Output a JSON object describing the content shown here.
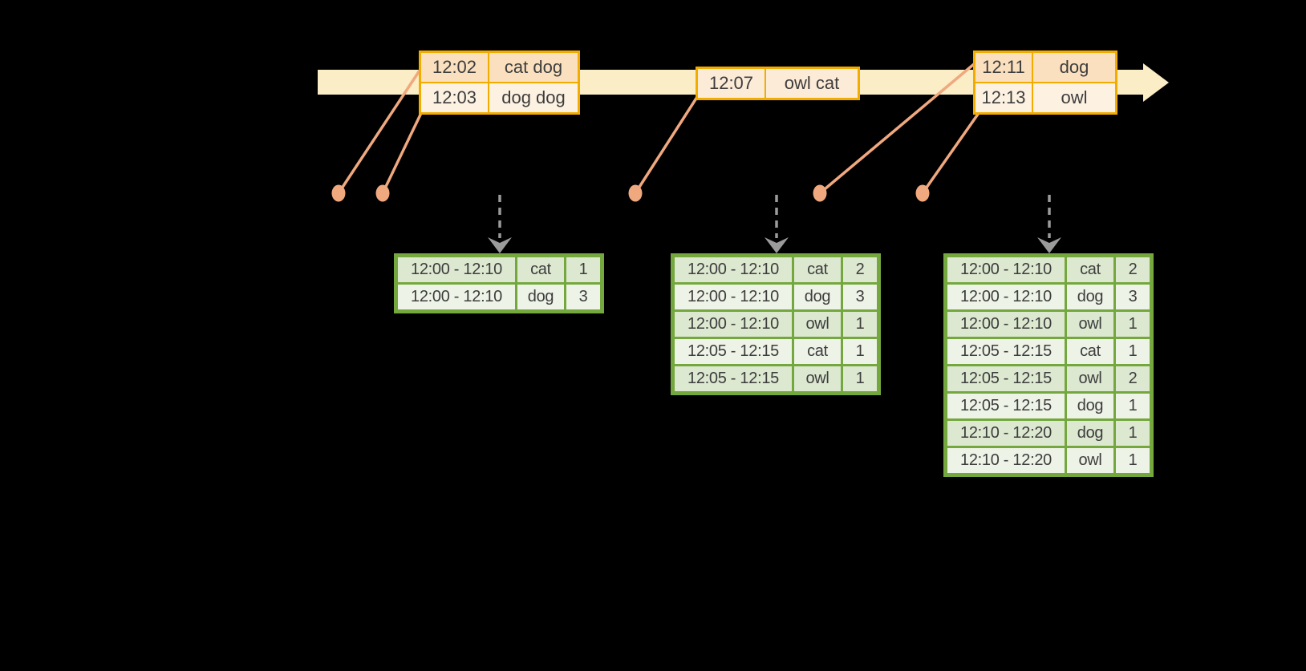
{
  "colors": {
    "background": "#000000",
    "timeline_bar": "#fbedc6",
    "event_border": "#f2ac00",
    "event_row_dark": "#fae0be",
    "event_row_mid": "#fcebd6",
    "event_row_light": "#fdf2e2",
    "connector_salmon": "#f0a87e",
    "trigger_arrow_gray": "#9b9b9b",
    "table_border_green": "#74a83e",
    "table_row_dark": "#dce8d0",
    "table_row_light": "#eef3e7",
    "text": "#3d3d3d"
  },
  "timeline": {
    "events": [
      {
        "rows": [
          {
            "time": "12:02",
            "words": "cat dog",
            "shade": "dark"
          },
          {
            "time": "12:03",
            "words": "dog dog",
            "shade": "light"
          }
        ]
      },
      {
        "rows": [
          {
            "time": "12:07",
            "words": "owl cat",
            "shade": "mid"
          }
        ]
      },
      {
        "rows": [
          {
            "time": "12:11",
            "words": "dog",
            "shade": "dark"
          },
          {
            "time": "12:13",
            "words": "owl",
            "shade": "light"
          }
        ]
      }
    ]
  },
  "result_tables": [
    {
      "rows": [
        [
          "12:00 - 12:10",
          "cat",
          "1"
        ],
        [
          "12:00 - 12:10",
          "dog",
          "3"
        ]
      ]
    },
    {
      "rows": [
        [
          "12:00 - 12:10",
          "cat",
          "2"
        ],
        [
          "12:00 - 12:10",
          "dog",
          "3"
        ],
        [
          "12:00 - 12:10",
          "owl",
          "1"
        ],
        [
          "12:05 - 12:15",
          "cat",
          "1"
        ],
        [
          "12:05 - 12:15",
          "owl",
          "1"
        ]
      ]
    },
    {
      "rows": [
        [
          "12:00 - 12:10",
          "cat",
          "2"
        ],
        [
          "12:00 - 12:10",
          "dog",
          "3"
        ],
        [
          "12:00 - 12:10",
          "owl",
          "1"
        ],
        [
          "12:05 - 12:15",
          "cat",
          "1"
        ],
        [
          "12:05 - 12:15",
          "owl",
          "2"
        ],
        [
          "12:05 - 12:15",
          "dog",
          "1"
        ],
        [
          "12:10 - 12:20",
          "dog",
          "1"
        ],
        [
          "12:10 - 12:20",
          "owl",
          "1"
        ]
      ]
    }
  ]
}
